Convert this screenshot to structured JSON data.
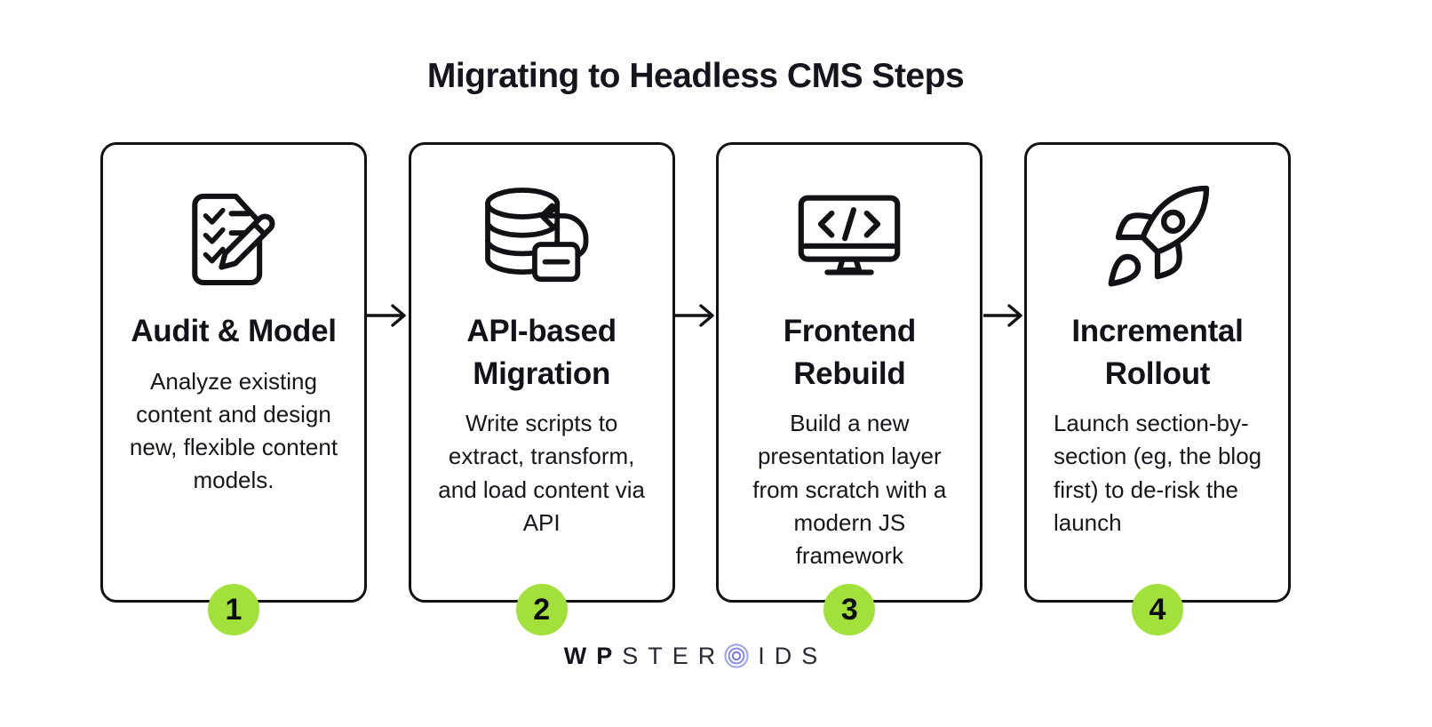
{
  "title": "Migrating to Headless CMS Steps",
  "colors": {
    "badge_green": "#a2e13c",
    "outline_black": "#121216",
    "logo_icon_purple": "#6a6edd"
  },
  "steps": [
    {
      "number": "1",
      "icon": "checklist-pencil-icon",
      "title": "Audit & Model",
      "body": "Analyze existing content and design new, flexible content models."
    },
    {
      "number": "2",
      "icon": "database-sync-icon",
      "title": "API-based Migration",
      "body": "Write scripts to extract, transform, and load content via API"
    },
    {
      "number": "3",
      "icon": "code-monitor-icon",
      "title": "Frontend Rebuild",
      "body": "Build a new presentation layer from scratch with a modern JS framework"
    },
    {
      "number": "4",
      "icon": "rocket-icon",
      "title": "Incremental Rollout",
      "body": "Launch section-by-section (eg, the blog first) to de-risk the launch"
    }
  ],
  "connector_icon": "arrow-right-icon",
  "footer": {
    "brand_prefix": "WP",
    "brand_mid": "STER",
    "brand_suffix": "IDS",
    "brand_o_icon": "concentric-circles-icon"
  }
}
